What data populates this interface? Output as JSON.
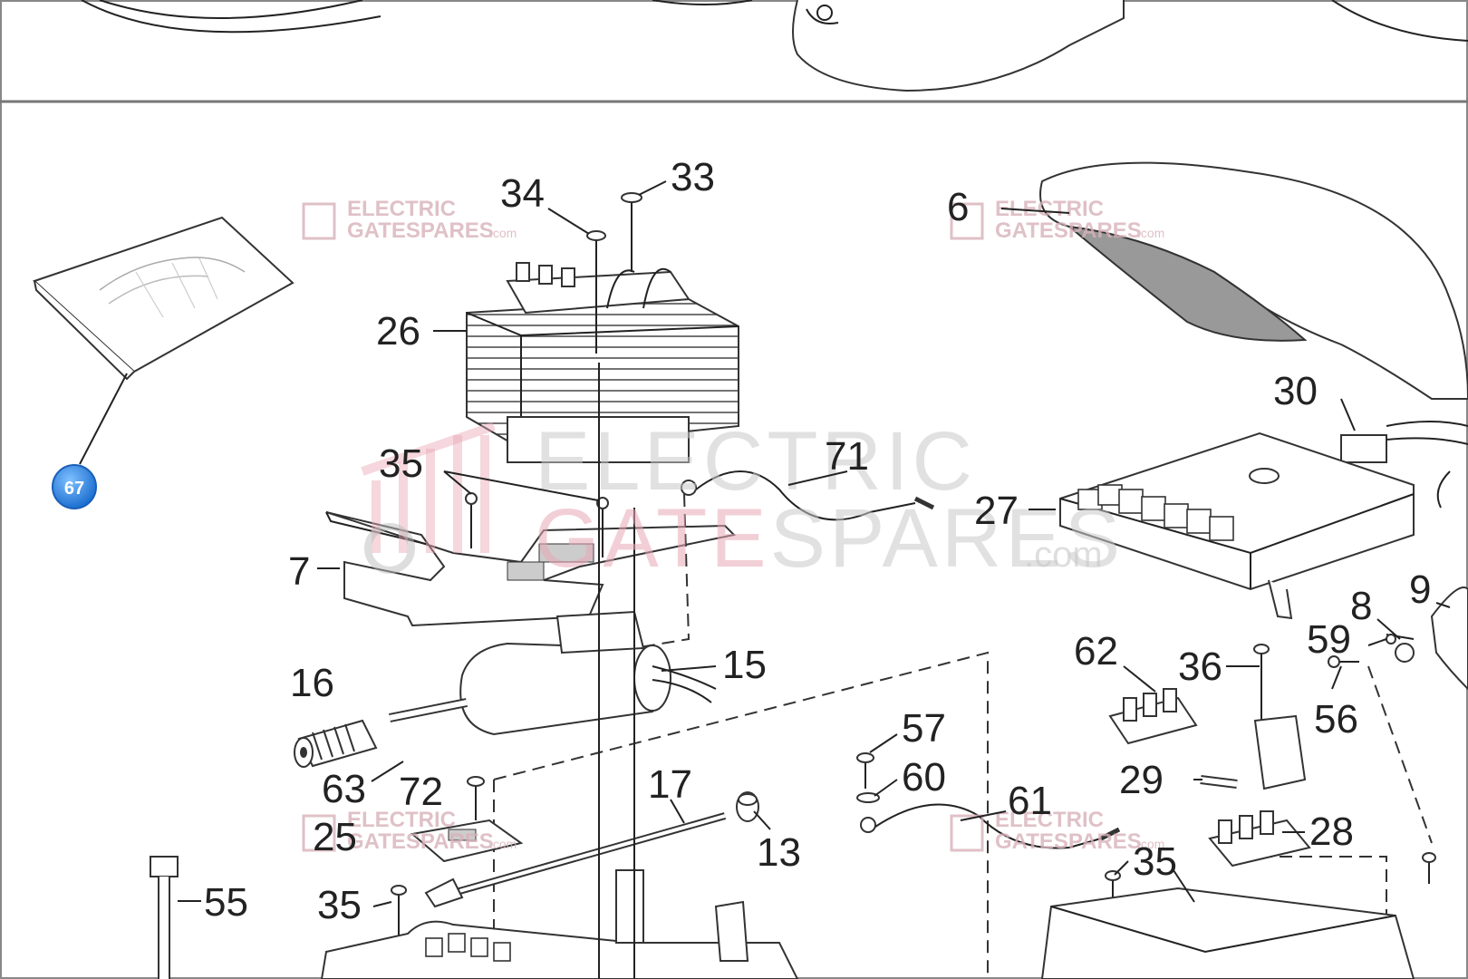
{
  "diagram": {
    "part_labels": {
      "p34": "34",
      "p33": "33",
      "p6": "6",
      "p26": "26",
      "p30": "30",
      "p35a": "35",
      "p71": "71",
      "p27": "27",
      "p7": "7",
      "p9": "9",
      "p8": "8",
      "p62": "62",
      "p59": "59",
      "p15": "15",
      "p36": "36",
      "p16": "16",
      "p56": "56",
      "p57": "57",
      "p63": "63",
      "p60": "60",
      "p17": "17",
      "p72": "72",
      "p29": "29",
      "p61": "61",
      "p28": "28",
      "p25": "25",
      "p13": "13",
      "p35b": "35",
      "p55": "55",
      "p35c": "35"
    },
    "badge": "67",
    "badge_color": "#2f86e0",
    "watermark": {
      "line1": "ELECTRIC",
      "line2a": "GATE",
      "line2b": "SPARES",
      "suffix": ".com",
      "accent_color": "#e9a8b6"
    }
  }
}
